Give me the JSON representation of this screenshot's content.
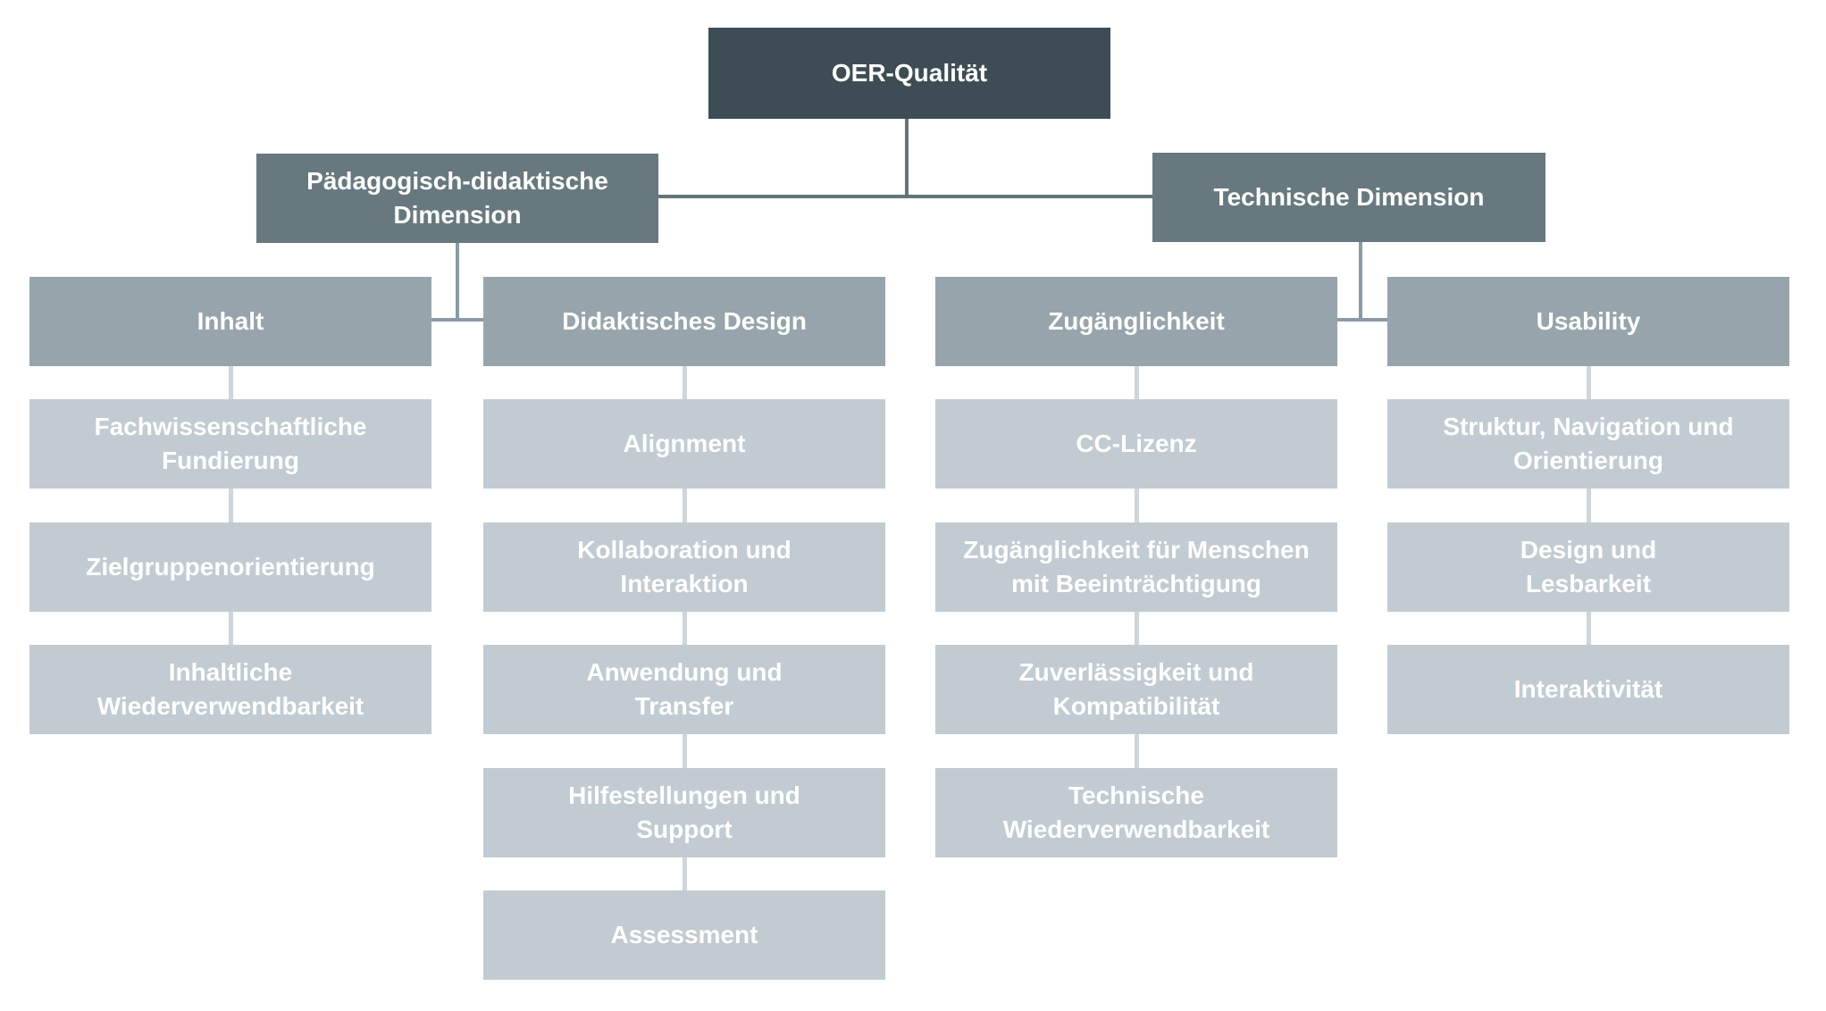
{
  "diagram": {
    "root": "OER-Qualität",
    "branches": [
      {
        "label": "Pädagogisch-didaktische\nDimension"
      },
      {
        "label": "Technische Dimension"
      }
    ],
    "columns": [
      {
        "header": "Inhalt",
        "items": [
          "Fachwissenschaftliche\nFundierung",
          "Zielgruppenorientierung",
          "Inhaltliche\nWiederverwendbarkeit"
        ]
      },
      {
        "header": "Didaktisches Design",
        "items": [
          "Alignment",
          "Kollaboration und\nInteraktion",
          "Anwendung und\nTransfer",
          "Hilfestellungen und\nSupport",
          "Assessment"
        ]
      },
      {
        "header": "Zugänglichkeit",
        "items": [
          "CC-Lizenz",
          "Zugänglichkeit für Menschen\nmit Beeinträchtigung",
          "Zuverlässigkeit und\nKompatibilität",
          "Technische\nWiederverwendbarkeit"
        ]
      },
      {
        "header": "Usability",
        "items": [
          "Struktur, Navigation und\nOrientierung",
          "Design und\nLesbarkeit",
          "Interaktivität"
        ]
      }
    ],
    "colors": {
      "root_box": "#3E4D55",
      "dimension_box": "#68787F",
      "header_box": "#97A4AB",
      "item_box": "#C2CBD1",
      "connector_dark": "#64747C",
      "connector_mid": "#8C9BA3",
      "connector_light": "#CFD6DA",
      "text": "#FFFFFF",
      "background": "#FFFFFF"
    }
  }
}
